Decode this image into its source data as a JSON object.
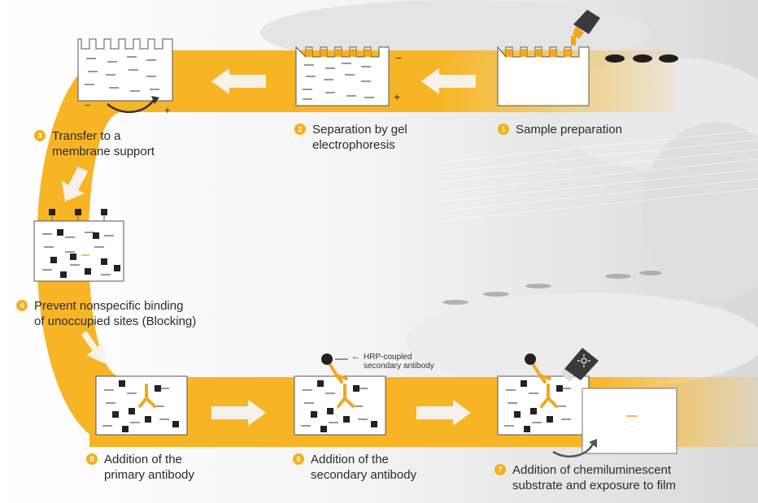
{
  "steps": [
    {
      "number": "1",
      "label": "Sample preparation"
    },
    {
      "number": "2",
      "label": "Separation by gel\nelectrophoresis"
    },
    {
      "number": "3",
      "label": "Transfer to a\nmembrane support"
    },
    {
      "number": "4",
      "label": "Prevent nonspecific binding\nof unoccupied sites (Blocking)"
    },
    {
      "number": "5",
      "label": "Addition of the\nprimary antibody"
    },
    {
      "number": "6",
      "label": "Addition of the\nsecondary antibody"
    },
    {
      "number": "7",
      "label": "Addition of chemiluminescent\nsubstrate and exposure to film"
    }
  ],
  "annotation": {
    "hrp_label": "HRP-coupled\nsecondary antibody",
    "arrow_glyph": "←"
  },
  "electrode": {
    "minus": "−",
    "plus": "+"
  },
  "colors": {
    "track": "#f7b526",
    "track_light": "#fbd98a",
    "accent": "#f2a81d",
    "arrow": "#f6f2ea",
    "band": "#222222",
    "paper": "#ffffff"
  }
}
